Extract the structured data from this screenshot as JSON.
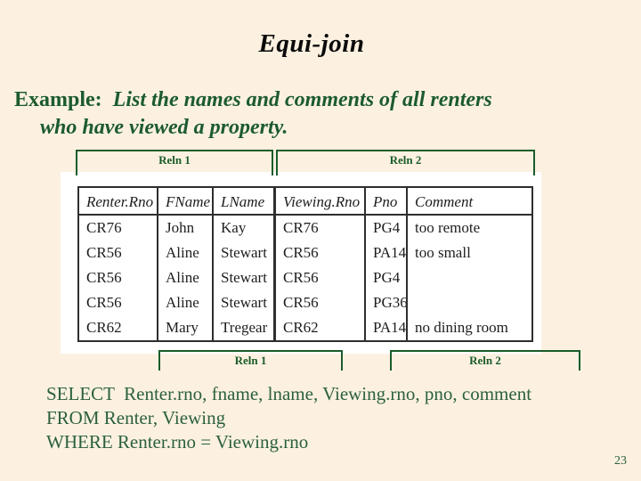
{
  "slide": {
    "title": "Equi-join",
    "example": {
      "label": "Example:",
      "line1": "List the names and comments of all renters",
      "line2": "who have viewed a property."
    },
    "page_number": "23"
  },
  "figure": {
    "top_bracket_1": "Reln 1",
    "top_bracket_2": "Reln 2",
    "bottom_bracket_1": "Reln 1",
    "bottom_bracket_2": "Reln 2",
    "table": {
      "headers": [
        "Renter.Rno",
        "FName",
        "LName",
        "Viewing.Rno",
        "Pno",
        "Comment"
      ],
      "rows": [
        [
          "CR76",
          "John",
          "Kay",
          "CR76",
          "PG4",
          "too remote"
        ],
        [
          "CR56",
          "Aline",
          "Stewart",
          "CR56",
          "PA14",
          "too small"
        ],
        [
          "CR56",
          "Aline",
          "Stewart",
          "CR56",
          "PG4",
          ""
        ],
        [
          "CR56",
          "Aline",
          "Stewart",
          "CR56",
          "PG36",
          ""
        ],
        [
          "CR62",
          "Mary",
          "Tregear",
          "CR62",
          "PA14",
          "no dining room"
        ]
      ]
    }
  },
  "sql": {
    "line1": "SELECT  Renter.rno, fname, lname, Viewing.rno, pno, comment",
    "line2": "FROM Renter, Viewing",
    "line3": "WHERE Renter.rno = Viewing.rno"
  },
  "colors": {
    "background": "#FCF1E1",
    "heading_green": "#1C5B2E",
    "bracket_green": "#1A5C2A",
    "sql_green": "#2C603D",
    "title_black": "#0A0A0A",
    "table_border": "#2E2E2E",
    "table_background": "#FFFFFF"
  }
}
